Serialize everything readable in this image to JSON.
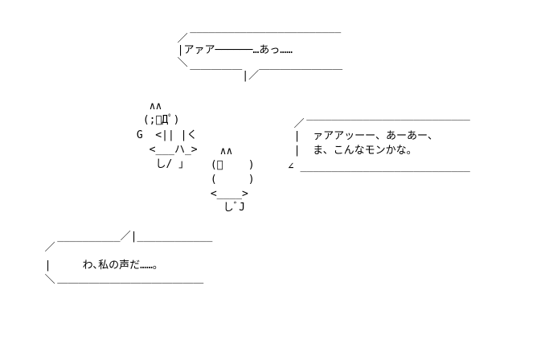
{
  "canvas": {
    "background": "#ffffff",
    "text_color": "#000000"
  },
  "bubble_top": {
    "lines": [
      "    ________________________",
      "  ／",
      "  |アァア──────…あっ……",
      "  ＼",
      "    ￣￣￣￣￣|／￣￣￣￣￣￣￣￣"
    ]
  },
  "cat_left": {
    "lines": [
      "  ∧∧",
      " (;ﾟДﾟ)",
      " G  <|| |く",
      "  <___ハ_>",
      "   し/ ｣"
    ]
  },
  "cat_middle": {
    "lines": [
      "  ∧∧",
      " (ﾟ    )",
      " (     )",
      " <____>",
      "  しﾞJ"
    ]
  },
  "bubble_right": {
    "lines": [
      "    __________________________",
      "  ／",
      "  |  ァアアッーー、あーあー、",
      "  |  ま、こんなモンかな。",
      " ∠ ___________________________"
    ]
  },
  "bubble_bottom": {
    "lines": [
      "    __________／|____________",
      "  ／",
      "  |     わ､私の声だ……。",
      "  ＼",
      "    ￣￣￣￣￣￣￣￣￣￣￣￣￣￣"
    ]
  }
}
